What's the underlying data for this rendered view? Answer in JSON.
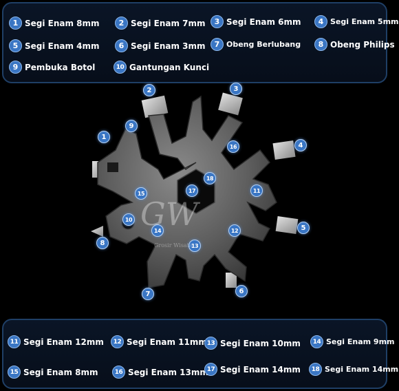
{
  "legend_top": [
    {
      "num": "1",
      "label": "Segi Enam 8mm"
    },
    {
      "num": "2",
      "label": "Segi Enam 7mm"
    },
    {
      "num": "3",
      "label": "Segi Enam 6mm"
    },
    {
      "num": "4",
      "label": "Segi Enam 5mm"
    },
    {
      "num": "5",
      "label": "Segi Enam 4mm"
    },
    {
      "num": "6",
      "label": "Segi Enam 3mm"
    },
    {
      "num": "7",
      "label": "Obeng Berlubang"
    },
    {
      "num": "8",
      "label": "Obeng Philips"
    },
    {
      "num": "9",
      "label": "Pembuka Botol"
    },
    {
      "num": "10",
      "label": "Gantungan Kunci"
    }
  ],
  "legend_bottom": [
    {
      "num": "11",
      "label": "Segi Enam 12mm"
    },
    {
      "num": "12",
      "label": "Segi Enam 11mm"
    },
    {
      "num": "13",
      "label": "Segi Enam 10mm"
    },
    {
      "num": "14",
      "label": "Segi Enam 9mm"
    },
    {
      "num": "15",
      "label": "Segi Enam 8mm"
    },
    {
      "num": "16",
      "label": "Segi Enam 13mm"
    },
    {
      "num": "17",
      "label": "Segi Enam 14mm"
    },
    {
      "num": "18",
      "label": "Segi Enam 14mm"
    }
  ],
  "callouts": [
    "1",
    "2",
    "3",
    "4",
    "5",
    "6",
    "7",
    "8",
    "9",
    "10",
    "11",
    "12",
    "13",
    "14",
    "15",
    "16",
    "17",
    "18"
  ],
  "watermark": {
    "letters": "GW",
    "text": "Grosir Wisata"
  },
  "colors": {
    "badge": "#3a76c4",
    "panel_border": "#1f3f66",
    "tool_metal": "#6b6b6b"
  }
}
